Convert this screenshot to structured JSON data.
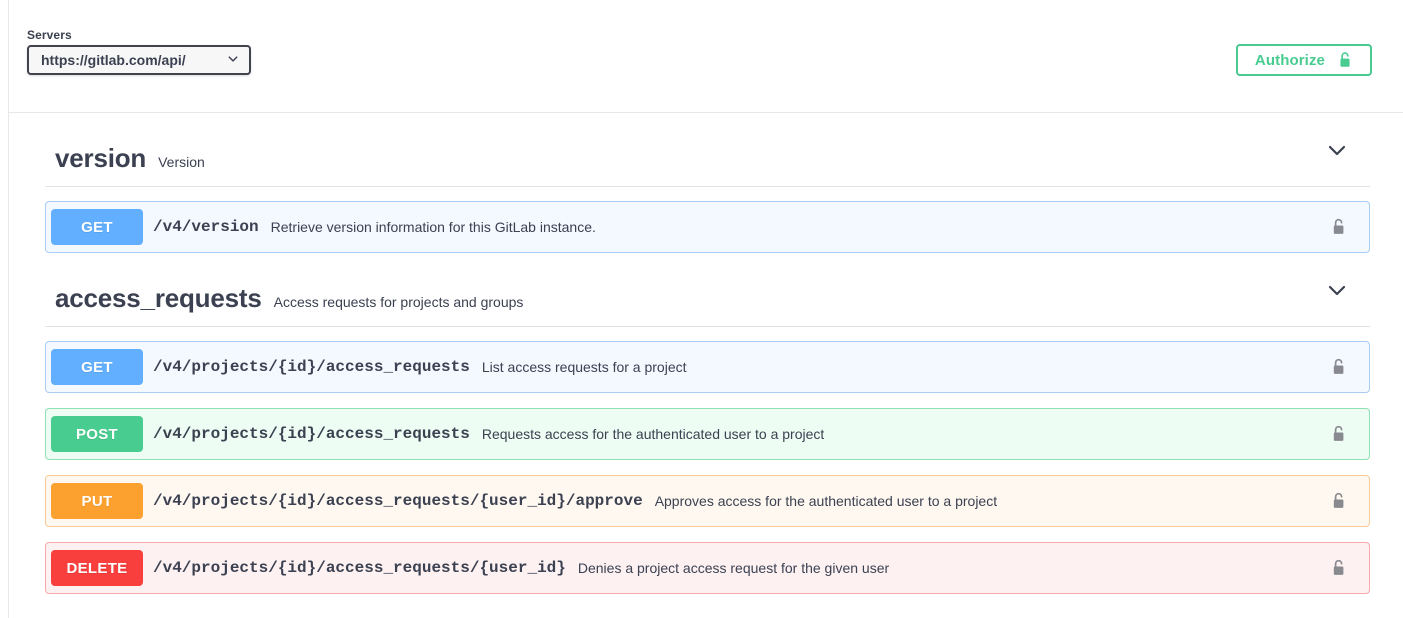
{
  "topbar": {
    "servers_label": "Servers",
    "server_value": "https://gitlab.com/api/",
    "authorize_label": "Authorize",
    "authorize_icon": "unlock-icon",
    "dropdown_icon": "chevron-down-icon"
  },
  "sections": [
    {
      "name": "version",
      "description": "Version",
      "toggle_icon": "chevron-down-icon",
      "operations": [
        {
          "method": "GET",
          "path": "/v4/version",
          "description": "Retrieve version information for this GitLab instance.",
          "lock_icon": "unlock-icon"
        }
      ]
    },
    {
      "name": "access_requests",
      "description": "Access requests for projects and groups",
      "toggle_icon": "chevron-down-icon",
      "operations": [
        {
          "method": "GET",
          "path": "/v4/projects/{id}/access_requests",
          "description": "List access requests for a project",
          "lock_icon": "unlock-icon"
        },
        {
          "method": "POST",
          "path": "/v4/projects/{id}/access_requests",
          "description": "Requests access for the authenticated user to a project",
          "lock_icon": "unlock-icon"
        },
        {
          "method": "PUT",
          "path": "/v4/projects/{id}/access_requests/{user_id}/approve",
          "description": "Approves access for the authenticated user to a project",
          "lock_icon": "unlock-icon"
        },
        {
          "method": "DELETE",
          "path": "/v4/projects/{id}/access_requests/{user_id}",
          "description": "Denies a project access request for the given user",
          "lock_icon": "unlock-icon"
        }
      ]
    }
  ],
  "colors": {
    "get": "#61affe",
    "post": "#49cc90",
    "put": "#fca130",
    "delete": "#f93e3e",
    "authorize": "#49cc90",
    "text": "#3b4151"
  }
}
